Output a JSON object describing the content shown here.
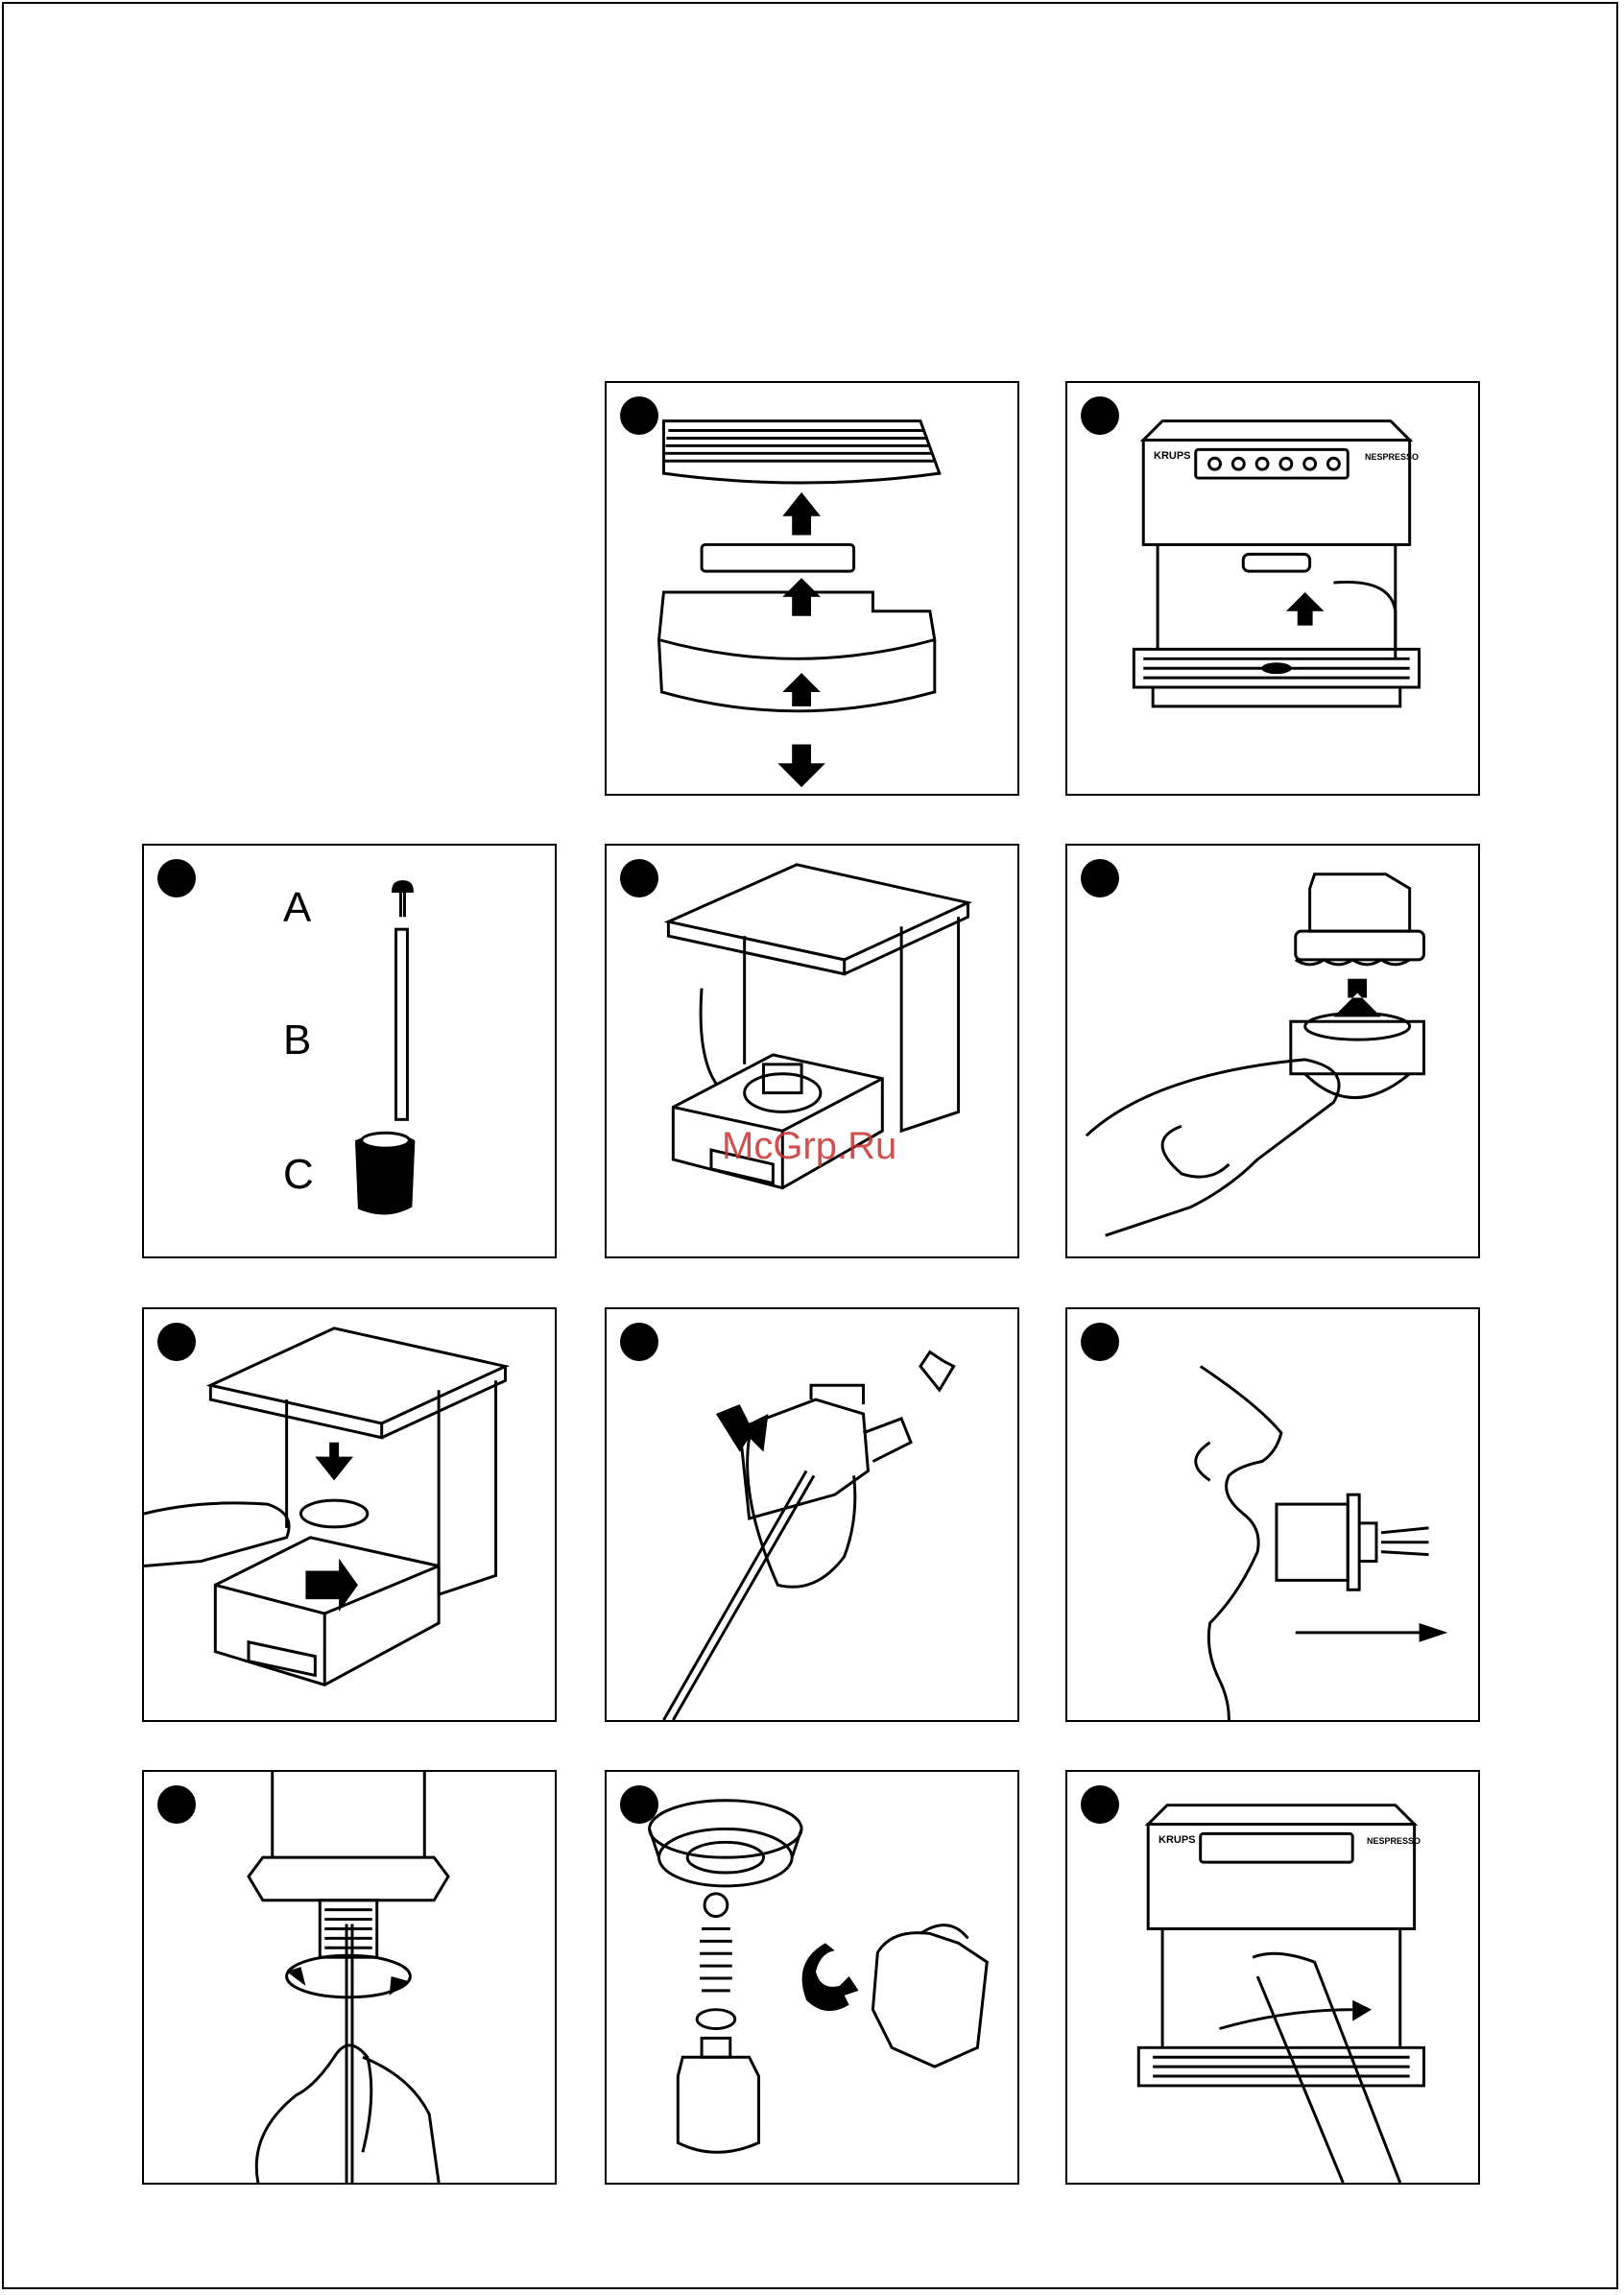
{
  "labels": {
    "a": "A",
    "b": "B",
    "c": "C"
  },
  "brand": {
    "krups": "KRUPS",
    "nespresso": "NESPRESSO"
  },
  "watermark": "McGrp.Ru",
  "colors": {
    "ink": "#000000",
    "watermark": "#c83232"
  }
}
